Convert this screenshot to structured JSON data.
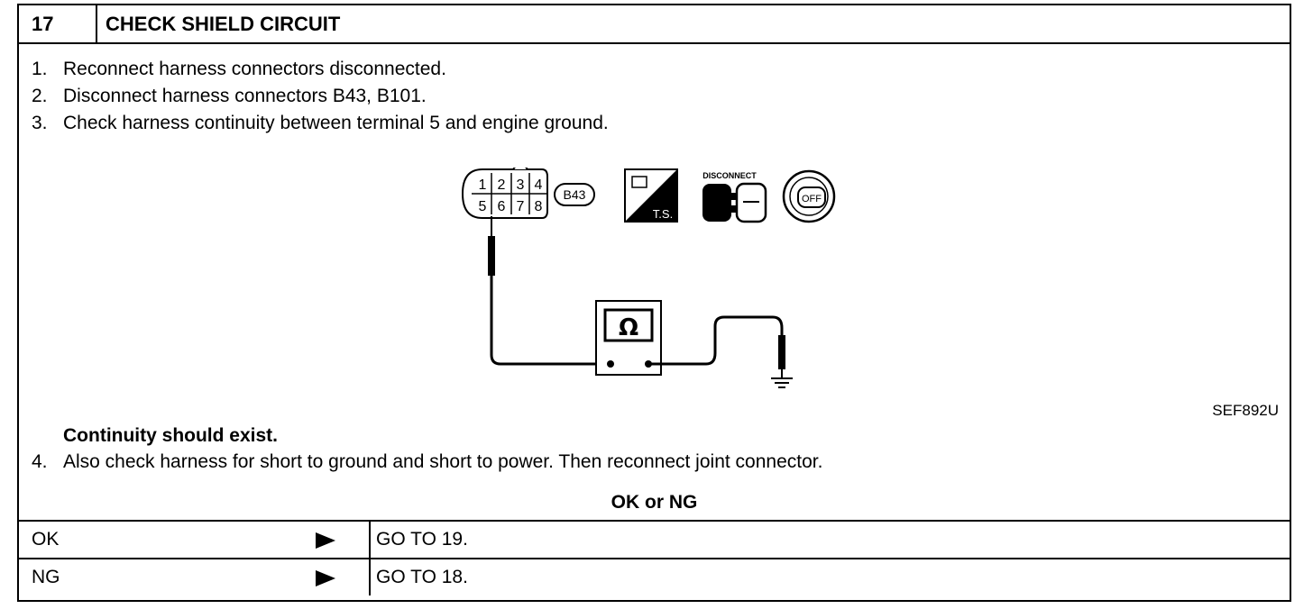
{
  "step": {
    "number": "17",
    "title": "CHECK SHIELD CIRCUIT"
  },
  "instructions": [
    {
      "num": "1.",
      "text": "Reconnect harness connectors disconnected."
    },
    {
      "num": "2.",
      "text": "Disconnect harness connectors B43, B101."
    },
    {
      "num": "3.",
      "text": "Check harness continuity between terminal 5 and engine ground."
    }
  ],
  "diagram": {
    "connector_id": "B43",
    "terminals": [
      "1",
      "2",
      "3",
      "4",
      "5",
      "6",
      "7",
      "8"
    ],
    "ts_label": "T.S.",
    "disconnect_label": "DISCONNECT",
    "key_label": "OFF",
    "meter_symbol": "Ω",
    "figure_code": "SEF892U"
  },
  "result_note": "Continuity should exist.",
  "instruction4": {
    "num": "4.",
    "text": "Also check harness for short to ground and short to power. Then reconnect joint connector."
  },
  "decision_heading": "OK or NG",
  "results": [
    {
      "condition": "OK",
      "action": "GO TO 19."
    },
    {
      "condition": "NG",
      "action": "GO TO 18."
    }
  ]
}
